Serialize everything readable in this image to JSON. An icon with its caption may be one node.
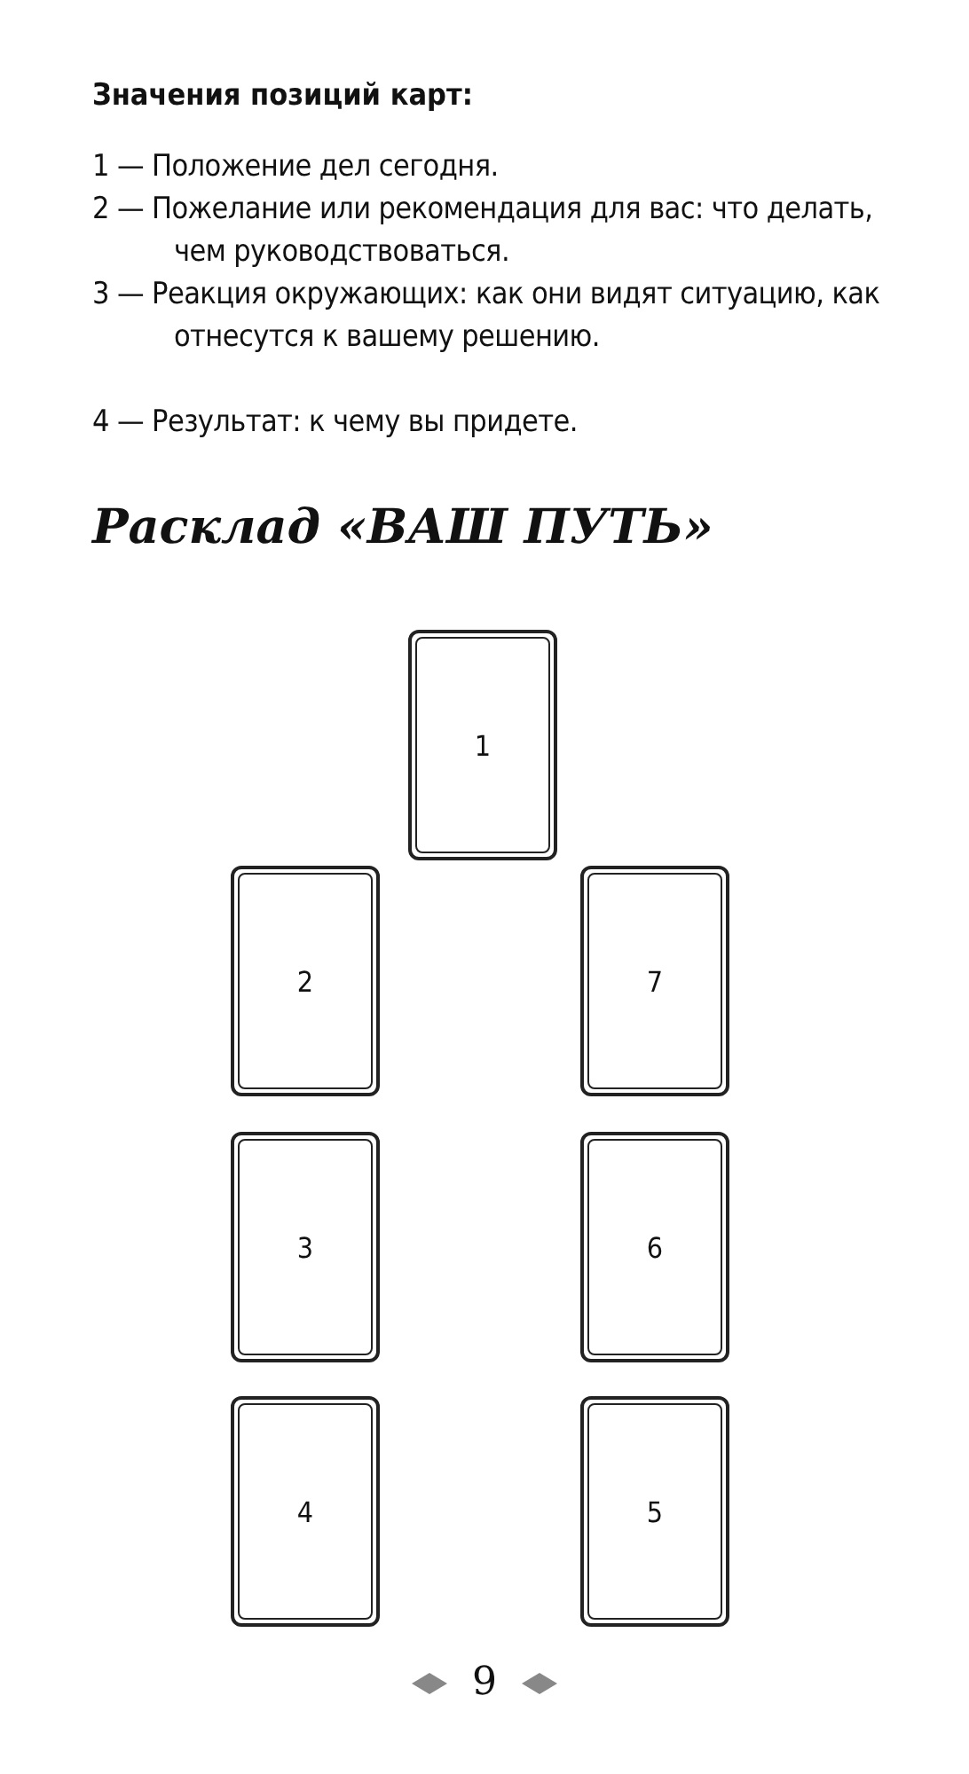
{
  "diagram": {
    "title": "Расклад «ВАШ ПУТЬ»",
    "nodes": [
      {
        "text": [
          "1"
        ]
      },
      {
        "text": [
          "2"
        ]
      },
      {
        "text": [
          "7"
        ]
      },
      {
        "text": [
          "3"
        ]
      },
      {
        "text": [
          "6"
        ]
      },
      {
        "text": [
          "4"
        ]
      },
      {
        "text": [
          "5"
        ]
      }
    ],
    "labels": [
      "Значения позиций карт:",
      "1 — Положение дел сегодня.",
      "2 — Пожелание или рекомендация для вас: что делать, чем руководствоваться.",
      "3 — Реакция окружающих: как они видят ситуацию, как отнесутся к вашему решению.",
      "4 — Результат: к чему вы придете.",
      "9"
    ]
  }
}
